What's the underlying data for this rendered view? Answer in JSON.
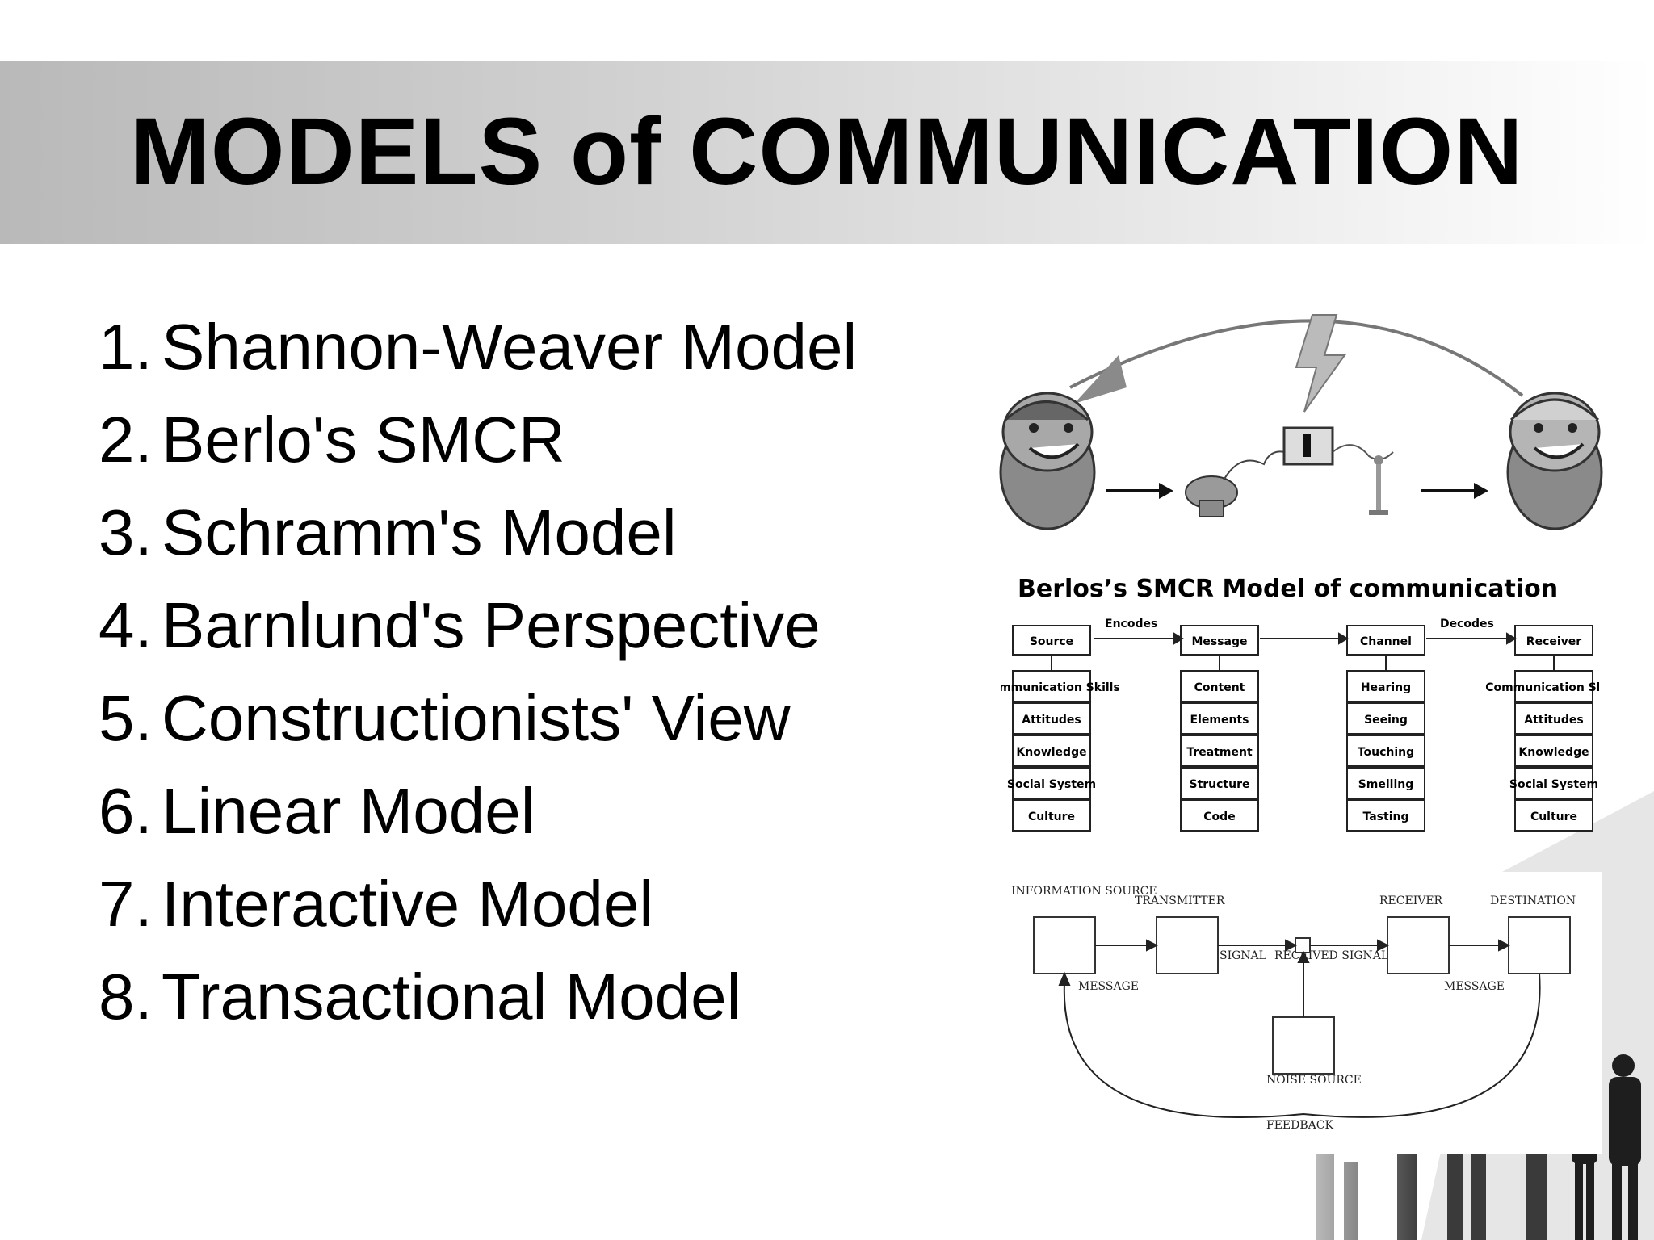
{
  "slide": {
    "title": "MODELS of COMMUNICATION",
    "items": [
      {
        "num": "1.",
        "label": "Shannon-Weaver Model"
      },
      {
        "num": "2.",
        "label": "Berlo's SMCR"
      },
      {
        "num": "3.",
        "label": "Schramm's Model"
      },
      {
        "num": "4.",
        "label": "Barnlund's Perspective"
      },
      {
        "num": "5.",
        "label": "Constructionists' View"
      },
      {
        "num": "6.",
        "label": "Linear Model"
      },
      {
        "num": "7.",
        "label": "Interactive Model"
      },
      {
        "num": "8.",
        "label": "Transactional Model"
      }
    ]
  },
  "smcr": {
    "title": "Berlos’s SMCR Model of communication",
    "encodes": "Encodes",
    "decodes": "Decodes",
    "columns": [
      {
        "head": "Source",
        "items": [
          "Communication Skills",
          "Attitudes",
          "Knowledge",
          "Social System",
          "Culture"
        ]
      },
      {
        "head": "Message",
        "items": [
          "Content",
          "Elements",
          "Treatment",
          "Structure",
          "Code"
        ]
      },
      {
        "head": "Channel",
        "items": [
          "Hearing",
          "Seeing",
          "Touching",
          "Smelling",
          "Tasting"
        ]
      },
      {
        "head": "Receiver",
        "items": [
          "Communication Skills",
          "Attitudes",
          "Knowledge",
          "Social System",
          "Culture"
        ]
      }
    ]
  },
  "shannon": {
    "info_source": "INFORMATION SOURCE",
    "transmitter": "TRANSMITTER",
    "receiver": "RECEIVER",
    "destination": "DESTINATION",
    "message_left": "MESSAGE",
    "signal": "SIGNAL",
    "received_signal": "RECEIVED SIGNAL",
    "message_right": "MESSAGE",
    "noise_source": "NOISE SOURCE",
    "feedback": "FEEDBACK"
  }
}
